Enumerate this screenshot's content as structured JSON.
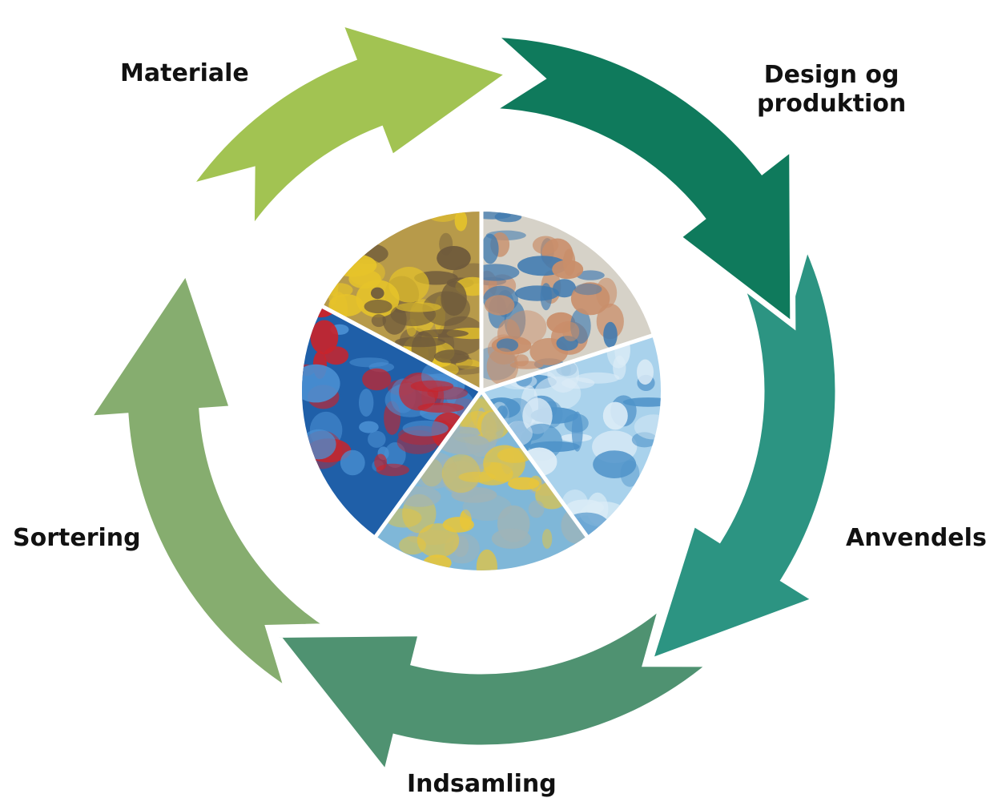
{
  "stages": [
    {
      "label": "Materiale",
      "color": "#a2c352"
    },
    {
      "label": "Design og\nproduktion",
      "color": "#0f7a5c"
    },
    {
      "label": "Anvendelse",
      "color": "#2c9482"
    },
    {
      "label": "Indsamling",
      "color": "#4f9271"
    },
    {
      "label": "Sortering",
      "color": "#86ad6f"
    }
  ],
  "photos": [
    {
      "name": "yellow-plastic-granules-photo",
      "colors": [
        "#b79a4a",
        "#e6c32a",
        "#6f5a3c"
      ]
    },
    {
      "name": "plastic-bottles-production-photo",
      "colors": [
        "#d6d2c8",
        "#3f7ab0",
        "#c98e6a"
      ]
    },
    {
      "name": "bottle-recycling-hands-photo",
      "colors": [
        "#a9d2ec",
        "#4f93c9",
        "#dcecf7"
      ]
    },
    {
      "name": "waste-collection-bin-photo",
      "colors": [
        "#7fb7d8",
        "#e8c53a",
        "#9fb4b8"
      ]
    },
    {
      "name": "sorted-blue-plastic-waste-photo",
      "colors": [
        "#1f5fa8",
        "#4a8fd2",
        "#c8242b"
      ]
    }
  ]
}
